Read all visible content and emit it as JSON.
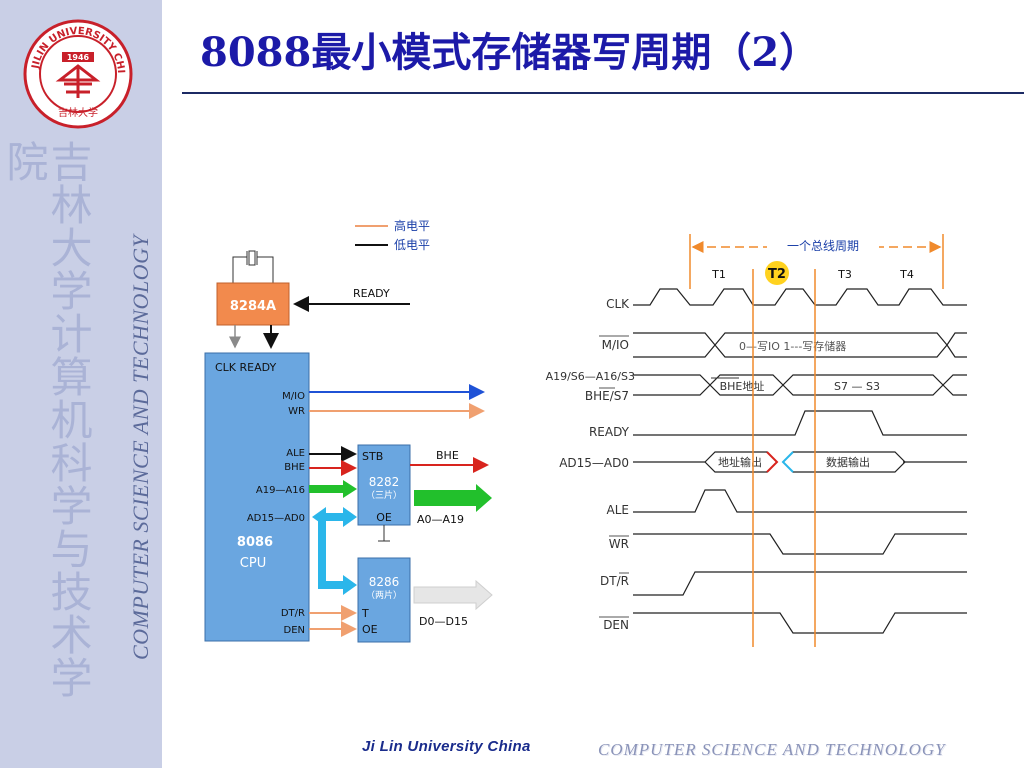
{
  "slide": {
    "title": "8088最小模式存储器写周期（2）",
    "footer_left": "Ji Lin University China",
    "footer_right": "COMPUTER  SCIENCE  AND  TECHNOLOGY"
  },
  "sidebar": {
    "vertical_cn": "吉林大学计算机科学与技术学院",
    "vertical_en": "COMPUTER SCIENCE AND TECHNOLOGY",
    "logo": {
      "ring_text": "JILIN UNIVERSITY CHINA",
      "year": "1946",
      "bottom_text": "吉林大学",
      "color": "#c8202a"
    }
  },
  "legend": {
    "high": "高电平",
    "low": "低电平"
  },
  "block_diagram": {
    "chip_8284": "8284A",
    "ready_label": "READY",
    "cpu_top_label": "CLK READY",
    "pins": {
      "mio": "M/IO",
      "wr": "WR",
      "ale": "ALE",
      "bhe": "BHE",
      "a19_16": "A19—A16",
      "ad15_0": "AD15—AD0",
      "dtr": "DT/R",
      "den": "DEN"
    },
    "cpu_name": "8086",
    "cpu_sub": "CPU",
    "chip_8282": "8282",
    "chip_8282_sub": "（三片）",
    "stb": "STB",
    "oe1": "OE",
    "bhe_out": "BHE",
    "addr_out": "A0—A19",
    "chip_8286": "8286",
    "chip_8286_sub": "（两片）",
    "t_pin": "T",
    "oe2": "OE",
    "data_out": "D0—D15"
  },
  "timing": {
    "bus_cycle_label": "一个总线周期",
    "states": [
      "T1",
      "T2",
      "T3",
      "T4"
    ],
    "highlight_state": "T2",
    "signals": {
      "clk": "CLK",
      "mio": "M/IO",
      "addr_status_1": "A19/S6—A16/S3",
      "addr_status_2": "BHE/S7",
      "ready": "READY",
      "ad": "AD15—AD0",
      "ale": "ALE",
      "wr": "WR",
      "dtr": "DT/R",
      "den": "DEN"
    },
    "mio_note": "0—写IO   1---写存储器",
    "bhe_addr": "BHE地址",
    "s7_s3": "S7 — S3",
    "addr_out": "地址输出",
    "data_out": "数据输出"
  },
  "colors": {
    "high_level": "#f0a070",
    "low_level": "#111111",
    "chip_fill": "#f28a4d",
    "cpu_fill": "#6aa6e0",
    "title": "#1c1aa8",
    "marker": "#f08a2c",
    "t2_badge": "#ffd21f"
  }
}
